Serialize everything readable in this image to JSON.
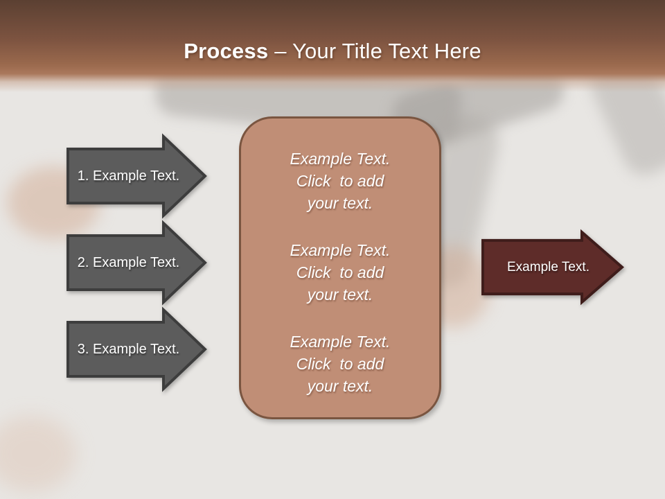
{
  "slide": {
    "title": {
      "bold": "Process",
      "rest": "– Your Title Text Here"
    },
    "left_arrows": [
      {
        "label": "1. Example Text."
      },
      {
        "label": "2. Example Text."
      },
      {
        "label": "3. Example Text."
      }
    ],
    "center_box": {
      "blocks": [
        "Example Text.\nClick  to add\nyour text.",
        "Example Text.\nClick  to add\nyour text.",
        "Example Text.\nClick  to add\nyour text."
      ]
    },
    "right_arrow": {
      "label": "Example Text."
    },
    "colors": {
      "background": "#e8e6e3",
      "header_top": "#5b4032",
      "header_mid": "#aa785c",
      "gray_arrow_fill": "#5c5c5c",
      "gray_arrow_border": "#3d3d3d",
      "red_arrow_fill": "#5e2c29",
      "red_arrow_border": "#3f1d1b",
      "box_fill": "#c08e76",
      "box_border": "#7a5540",
      "text": "#ffffff"
    }
  }
}
